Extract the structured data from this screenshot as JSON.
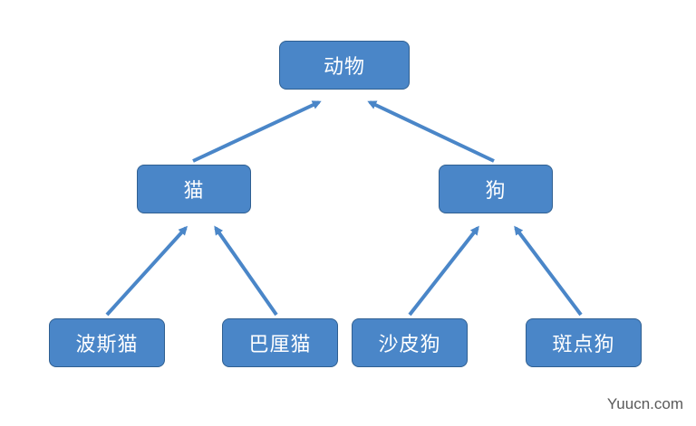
{
  "diagram": {
    "nodes": {
      "animal": "动物",
      "cat": "猫",
      "dog": "狗",
      "persian_cat": "波斯猫",
      "bali_cat": "巴厘猫",
      "shar_pei": "沙皮狗",
      "dalmatian": "斑点狗"
    },
    "edges": [
      {
        "from": "cat",
        "to": "animal"
      },
      {
        "from": "dog",
        "to": "animal"
      },
      {
        "from": "persian_cat",
        "to": "cat"
      },
      {
        "from": "bali_cat",
        "to": "cat"
      },
      {
        "from": "shar_pei",
        "to": "dog"
      },
      {
        "from": "dalmatian",
        "to": "dog"
      }
    ],
    "colors": {
      "node_fill": "#4a86c8",
      "node_border": "#2f5f91",
      "arrow": "#4a86c8",
      "text": "#ffffff"
    }
  },
  "watermark": "Yuucn.com"
}
